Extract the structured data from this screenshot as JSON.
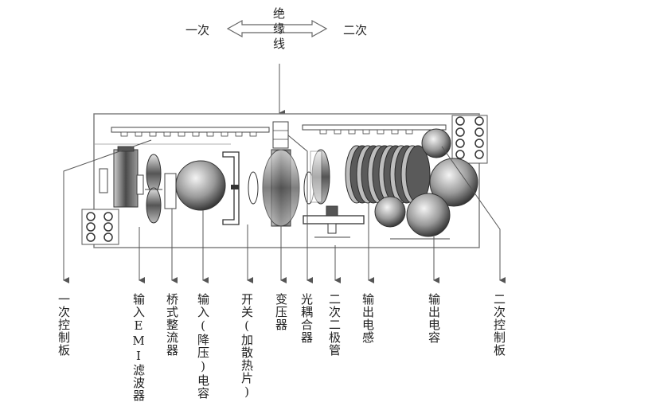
{
  "top": {
    "left_label": "一次",
    "right_label": "二次",
    "center_label": "绝缘线"
  },
  "labels": [
    {
      "id": "primary-control-board",
      "text": "一次控制板"
    },
    {
      "id": "input-emi-filter",
      "text": "输入EMI滤波器"
    },
    {
      "id": "bridge-rectifier",
      "text": "桥式整流器"
    },
    {
      "id": "input-capacitor",
      "text": "输入(降压)电容"
    },
    {
      "id": "switch-heatsink",
      "text": "开关(加散热片)"
    },
    {
      "id": "transformer",
      "text": "变压器"
    },
    {
      "id": "optocoupler",
      "text": "光耦合器"
    },
    {
      "id": "secondary-diode",
      "text": "二次二极管"
    },
    {
      "id": "output-inductor",
      "text": "输出电感"
    },
    {
      "id": "output-capacitor",
      "text": "输出电容"
    },
    {
      "id": "secondary-control-board",
      "text": "二次控制板"
    }
  ],
  "colors": {
    "line": "#555555",
    "component_dark": "#3a3a3a",
    "component_light": "#f0f0f0"
  }
}
